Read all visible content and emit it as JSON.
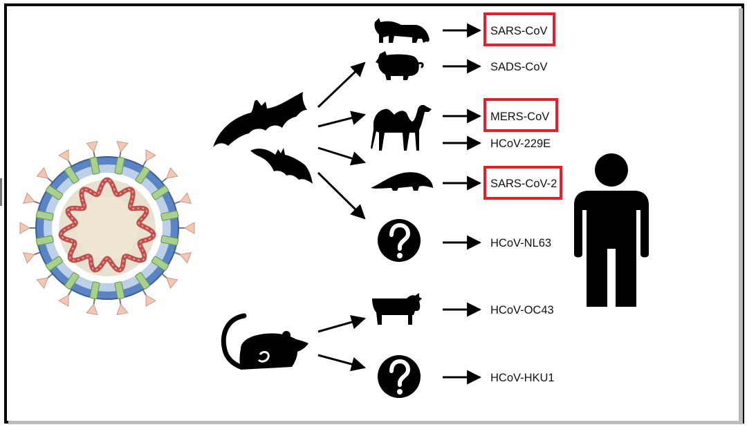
{
  "colors": {
    "highlight": "#e41e2b",
    "capsid_ring": "#5b84c4",
    "membrane_proteins": "#a9d18e",
    "spikes": "#f3c7b1",
    "rna": "#c0504d",
    "core": "#e8dfcc"
  },
  "virus_icon": "coronavirus-particle-icon",
  "reservoir_hosts": [
    {
      "icon": "bat-icon"
    },
    {
      "icon": "bat-icon"
    },
    {
      "icon": "rodent-icon"
    }
  ],
  "intermediate_hosts": [
    {
      "icon": "civet-icon",
      "virus": "SARS-CoV",
      "highlighted": true
    },
    {
      "icon": "pig-icon",
      "virus": "SADS-CoV",
      "highlighted": false
    },
    {
      "icon": "camel-icon",
      "virus": "MERS-CoV",
      "highlighted": true
    },
    {
      "icon": "camel-icon",
      "virus": "HCoV-229E",
      "highlighted": false
    },
    {
      "icon": "pangolin-icon",
      "virus": "SARS-CoV-2",
      "highlighted": true
    },
    {
      "icon": "question-mark-icon",
      "virus": "HCoV-NL63",
      "highlighted": false
    },
    {
      "icon": "cow-icon",
      "virus": "HCoV-OC43",
      "highlighted": false
    },
    {
      "icon": "question-mark-icon",
      "virus": "HCoV-HKU1",
      "highlighted": false
    }
  ],
  "final_host_icon": "human-icon"
}
